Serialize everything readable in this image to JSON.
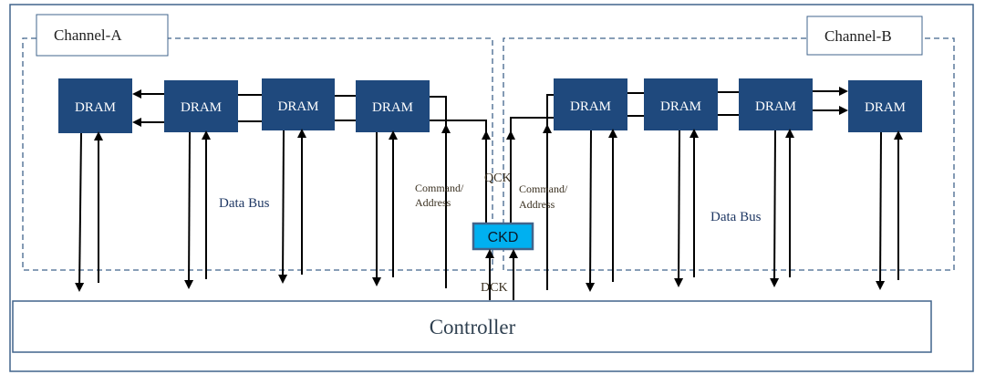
{
  "diagram": {
    "channels": [
      {
        "label": "Channel-A",
        "data_bus_label": "Data Bus",
        "cmd_label_line1": "Command/",
        "cmd_label_line2": "Address",
        "dram_labels": [
          "DRAM",
          "DRAM",
          "DRAM",
          "DRAM"
        ]
      },
      {
        "label": "Channel-B",
        "data_bus_label": "Data Bus",
        "cmd_label_line1": "Command/",
        "cmd_label_line2": "Address",
        "dram_labels": [
          "DRAM",
          "DRAM",
          "DRAM",
          "DRAM"
        ]
      }
    ],
    "ckd_label": "CKD",
    "qck_label": "QCK",
    "dck_label": "DCK",
    "controller_label": "Controller",
    "colors": {
      "dram_fill": "#1f497d",
      "ckd_fill": "#00b0f0",
      "frame_stroke": "#41648c",
      "label_text": "#1f3864"
    }
  }
}
